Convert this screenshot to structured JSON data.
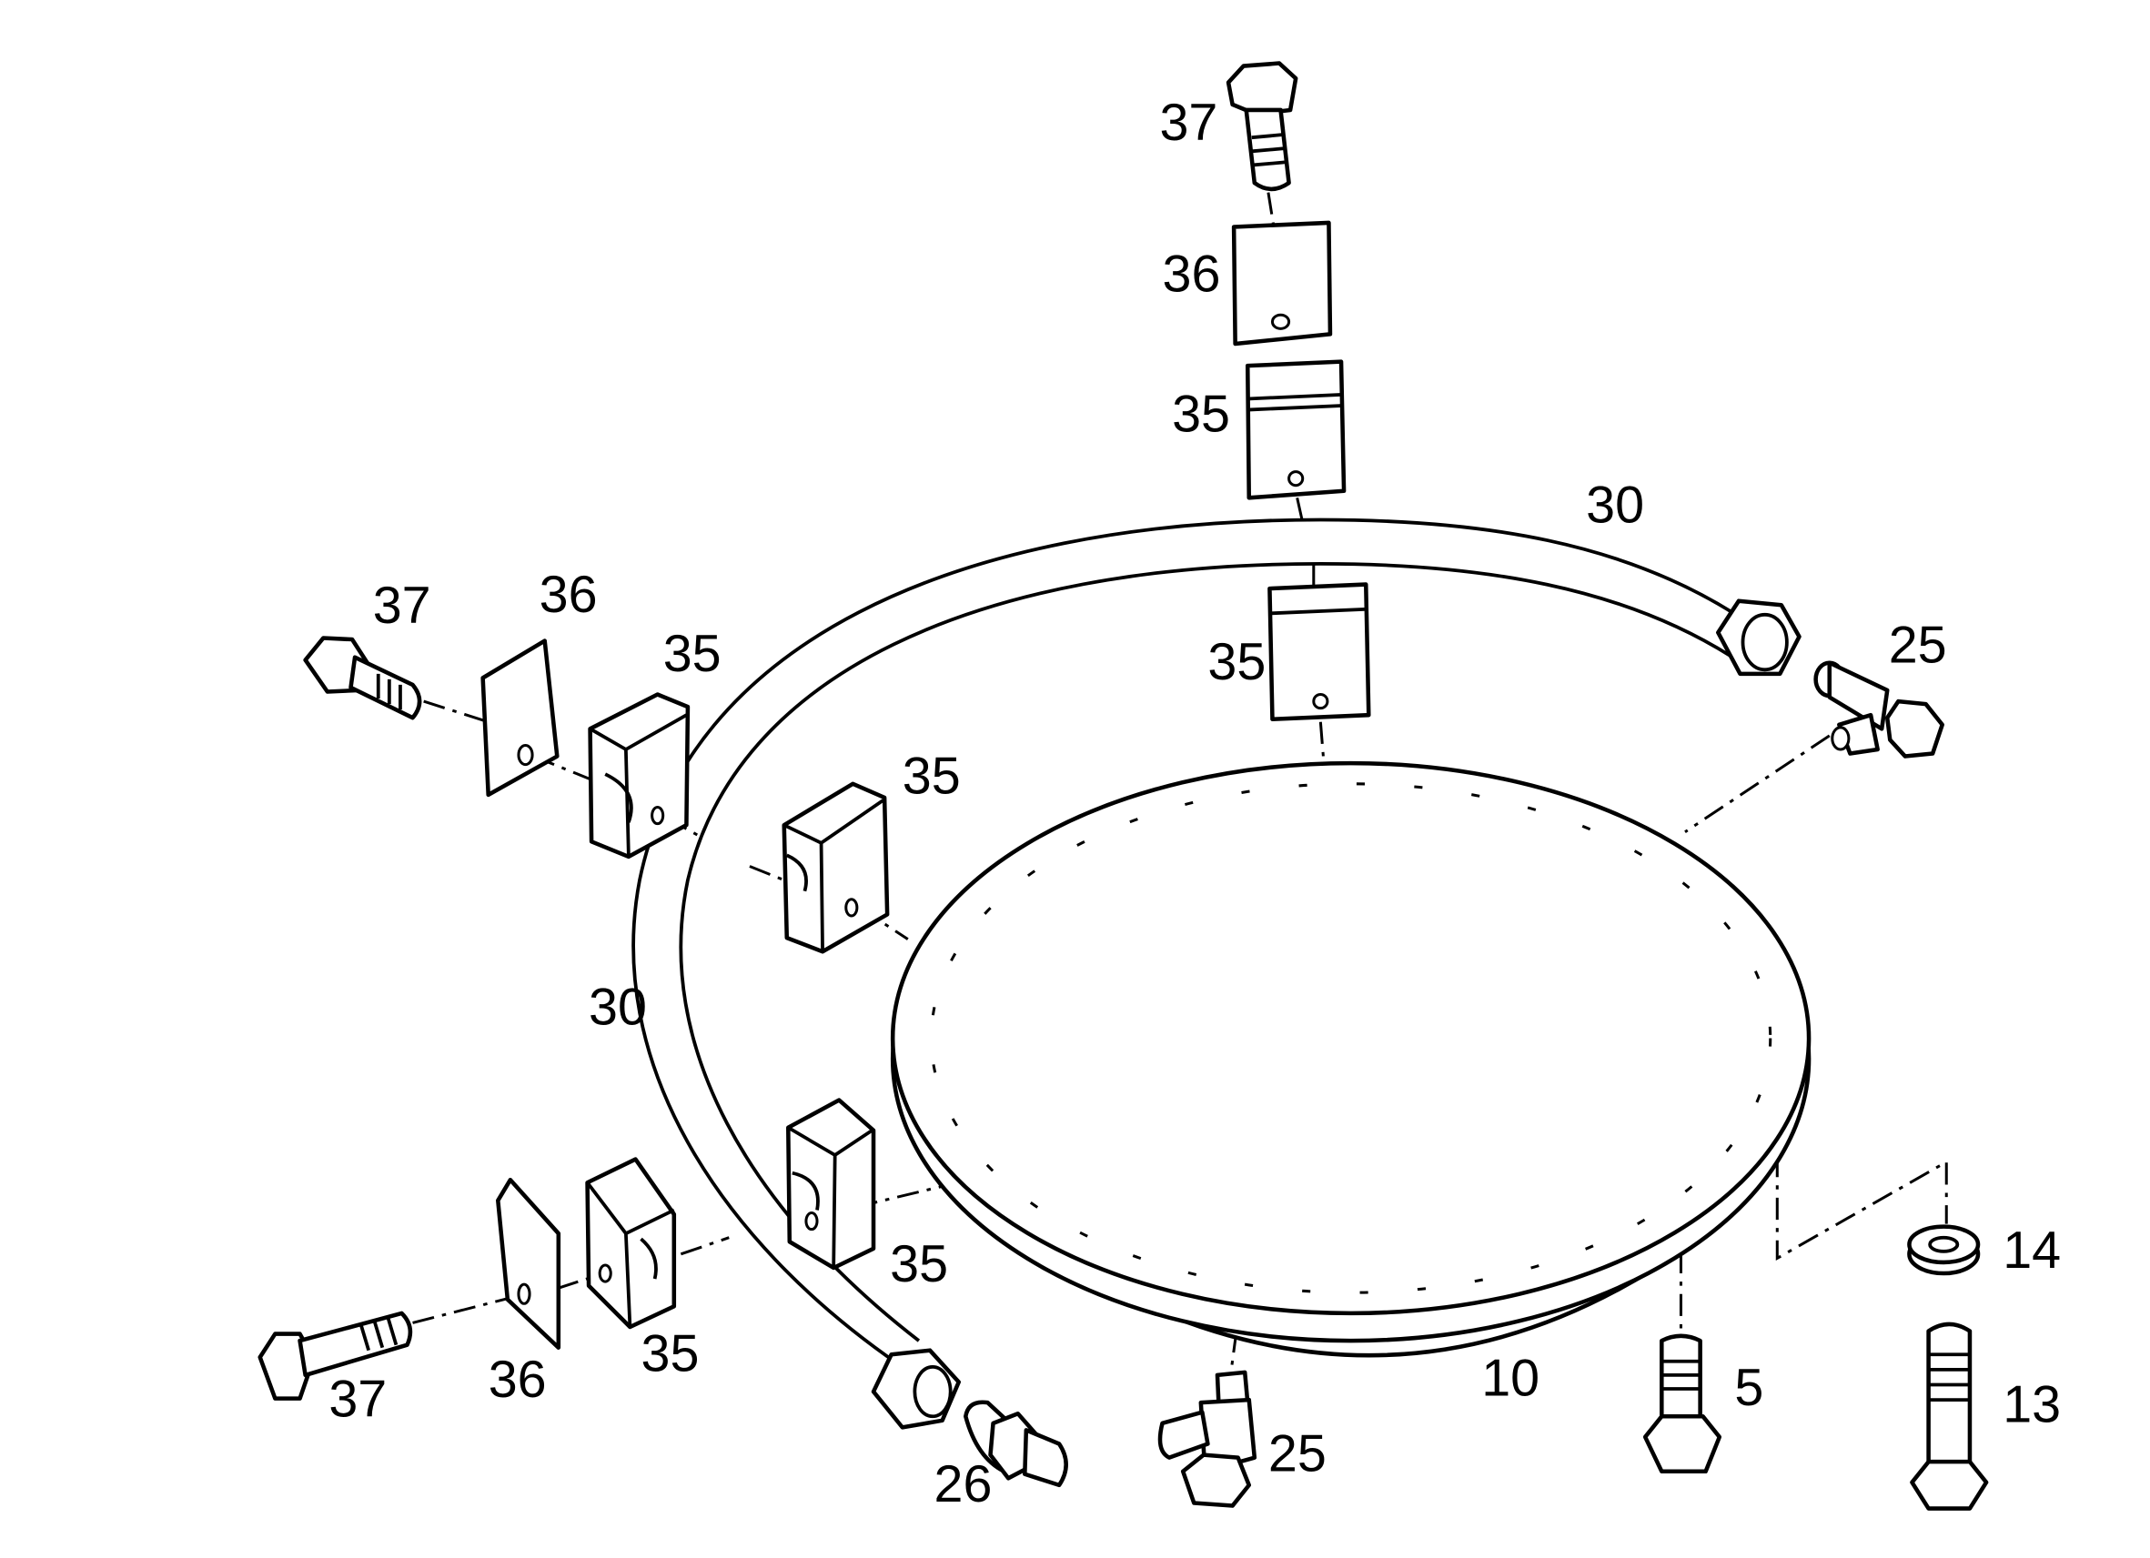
{
  "callouts": {
    "bolt_top": "37",
    "plate_top": "36",
    "block_top": "35",
    "hose_top": "30",
    "block_upper_mid": "35",
    "fitting_right": "25",
    "bolt_left": "37",
    "plate_left": "36",
    "block_left": "35",
    "block_mid_left": "35",
    "hose_left": "30",
    "block_lower_mid": "35",
    "plate_bottom": "36",
    "block_bottom": "35",
    "bolt_bottom": "37",
    "fitting_26": "26",
    "fitting_bottom": "25",
    "bearing": "10",
    "bolt_5": "5",
    "washer": "14",
    "bolt_13": "13"
  }
}
